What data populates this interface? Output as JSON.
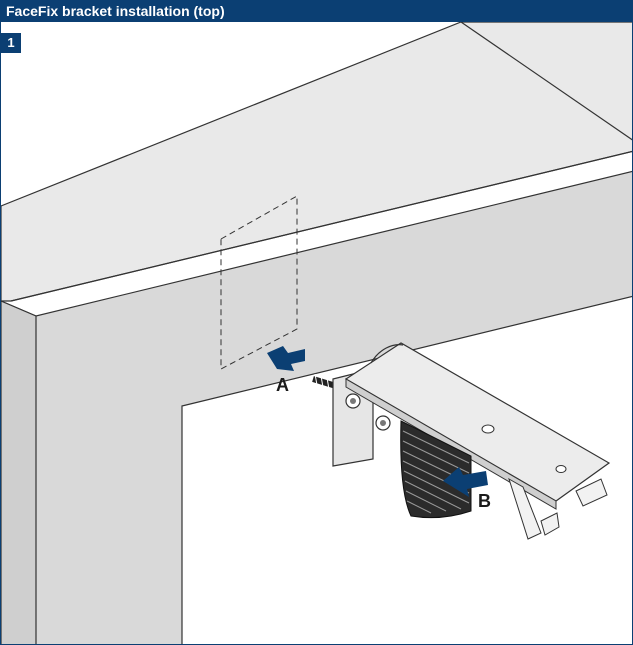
{
  "header": {
    "title": "FaceFix bracket installation (top)"
  },
  "step": {
    "number": "1"
  },
  "callouts": {
    "a": "A",
    "b": "B"
  },
  "colors": {
    "brand_blue": "#0b3f73",
    "cabinet_face": "#d9d9d9",
    "cabinet_top": "#e8e8e8",
    "interior": "#ffffff",
    "outline": "#333333"
  }
}
